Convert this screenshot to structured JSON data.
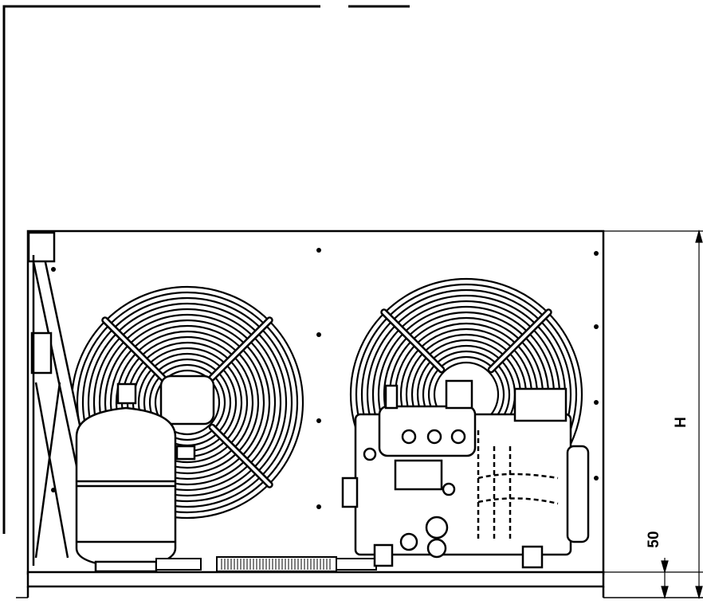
{
  "drawing": {
    "subject": "condensing-unit-front-elevation",
    "dimensions": {
      "height_label": "H",
      "base_offset_label": "50"
    },
    "fans": [
      {
        "name": "left-fan"
      },
      {
        "name": "right-fan"
      }
    ],
    "colors": {
      "line": "#000000",
      "background": "#ffffff",
      "fill": "#ffffff"
    }
  }
}
